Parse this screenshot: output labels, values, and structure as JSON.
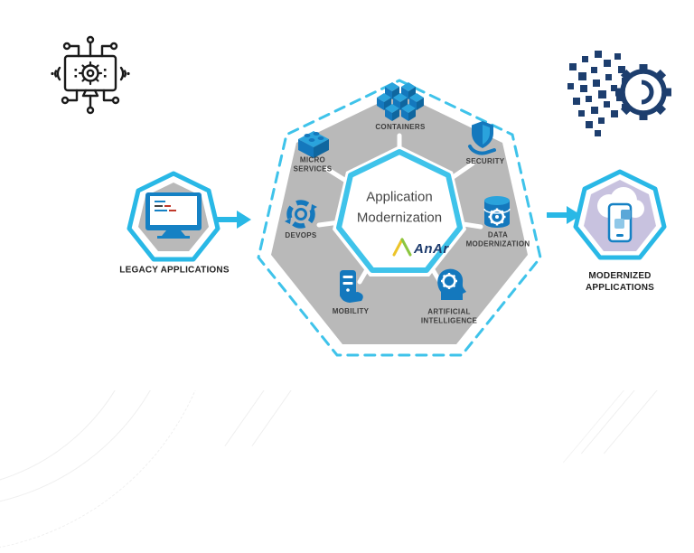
{
  "slide": {
    "title": "Application\nModernization"
  },
  "nodes": [
    {
      "id": "containers",
      "label": "CONTAINERS",
      "icon": "container-cubes-icon"
    },
    {
      "id": "micro-services",
      "label": "MICRO\nSERVICES",
      "icon": "lego-brick-icon"
    },
    {
      "id": "security",
      "label": "SECURITY",
      "icon": "shield-hand-icon"
    },
    {
      "id": "devops",
      "label": "DEVOPS",
      "icon": "devops-cycle-icon"
    },
    {
      "id": "data-modernization",
      "label": "DATA\nMODERNIZATION",
      "icon": "database-gear-icon"
    },
    {
      "id": "mobility",
      "label": "MOBILITY",
      "icon": "mobile-device-icon"
    },
    {
      "id": "artificial-intelligence",
      "label": "ARTIFICIAL\nINTELLIGENCE",
      "icon": "head-gear-icon"
    }
  ],
  "left_node": {
    "label": "LEGACY APPLICATIONS",
    "icon": "legacy-monitor-icon"
  },
  "right_node": {
    "label": "MODERNIZED\nAPPLICATIONS",
    "icon": "cloud-mobile-icon"
  },
  "decorations": {
    "top_left_icon": "connected-computer-icon",
    "top_right_icon": "pixel-gear-icon"
  },
  "logo": {
    "text": "AnAr"
  },
  "colors": {
    "cyan": "#33bde8",
    "heptagon_gray": "#b9b9b9",
    "icon_blue": "#1478bd",
    "icon_blue_light": "#2aa3dc",
    "navy": "#1d3e6e",
    "purple_fill": "#c8c2df",
    "logo_yellow": "#ecc428",
    "logo_green": "#8cc63f",
    "label_text": "#3c3c3c"
  }
}
